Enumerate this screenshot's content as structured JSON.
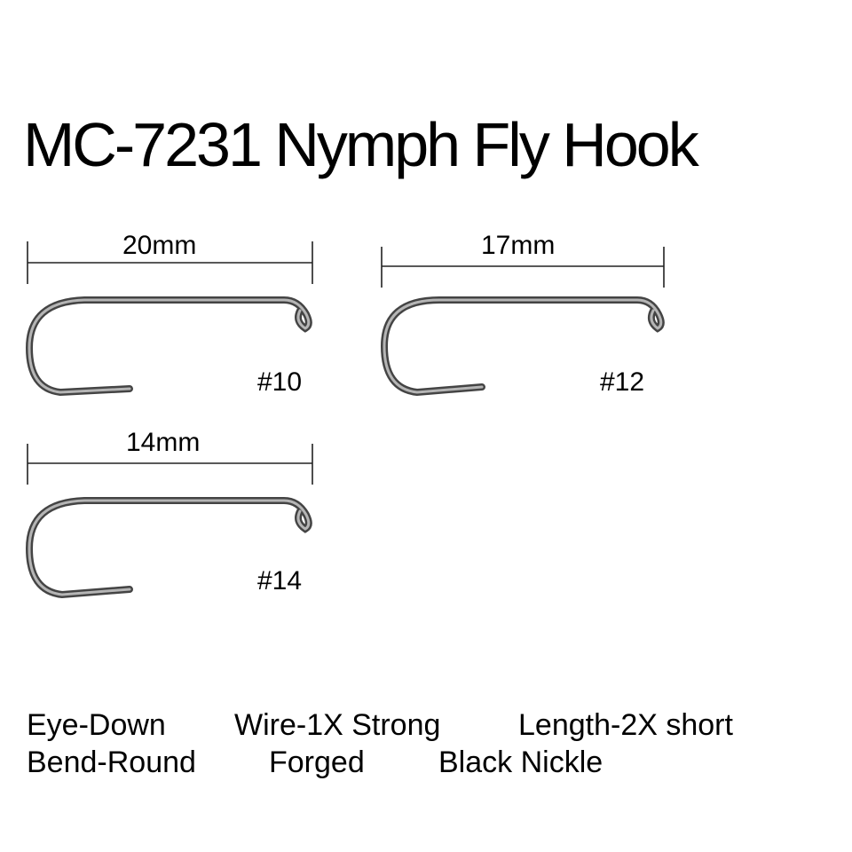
{
  "title": "MC-7231 Nymph Fly Hook",
  "hooks": [
    {
      "dimension": "20mm",
      "size": "#10"
    },
    {
      "dimension": "17mm",
      "size": "#12"
    },
    {
      "dimension": "14mm",
      "size": "#14"
    }
  ],
  "specs": {
    "row1": [
      "Eye-Down",
      "Wire-1X Strong",
      "Length-2X short"
    ],
    "row2": [
      "Bend-Round",
      "Forged",
      "Black Nickle"
    ]
  },
  "colors": {
    "hook_metal": "#8a8a8a",
    "hook_dark": "#444444",
    "line": "#222222"
  },
  "icons": [
    "fly-hook-icon"
  ]
}
